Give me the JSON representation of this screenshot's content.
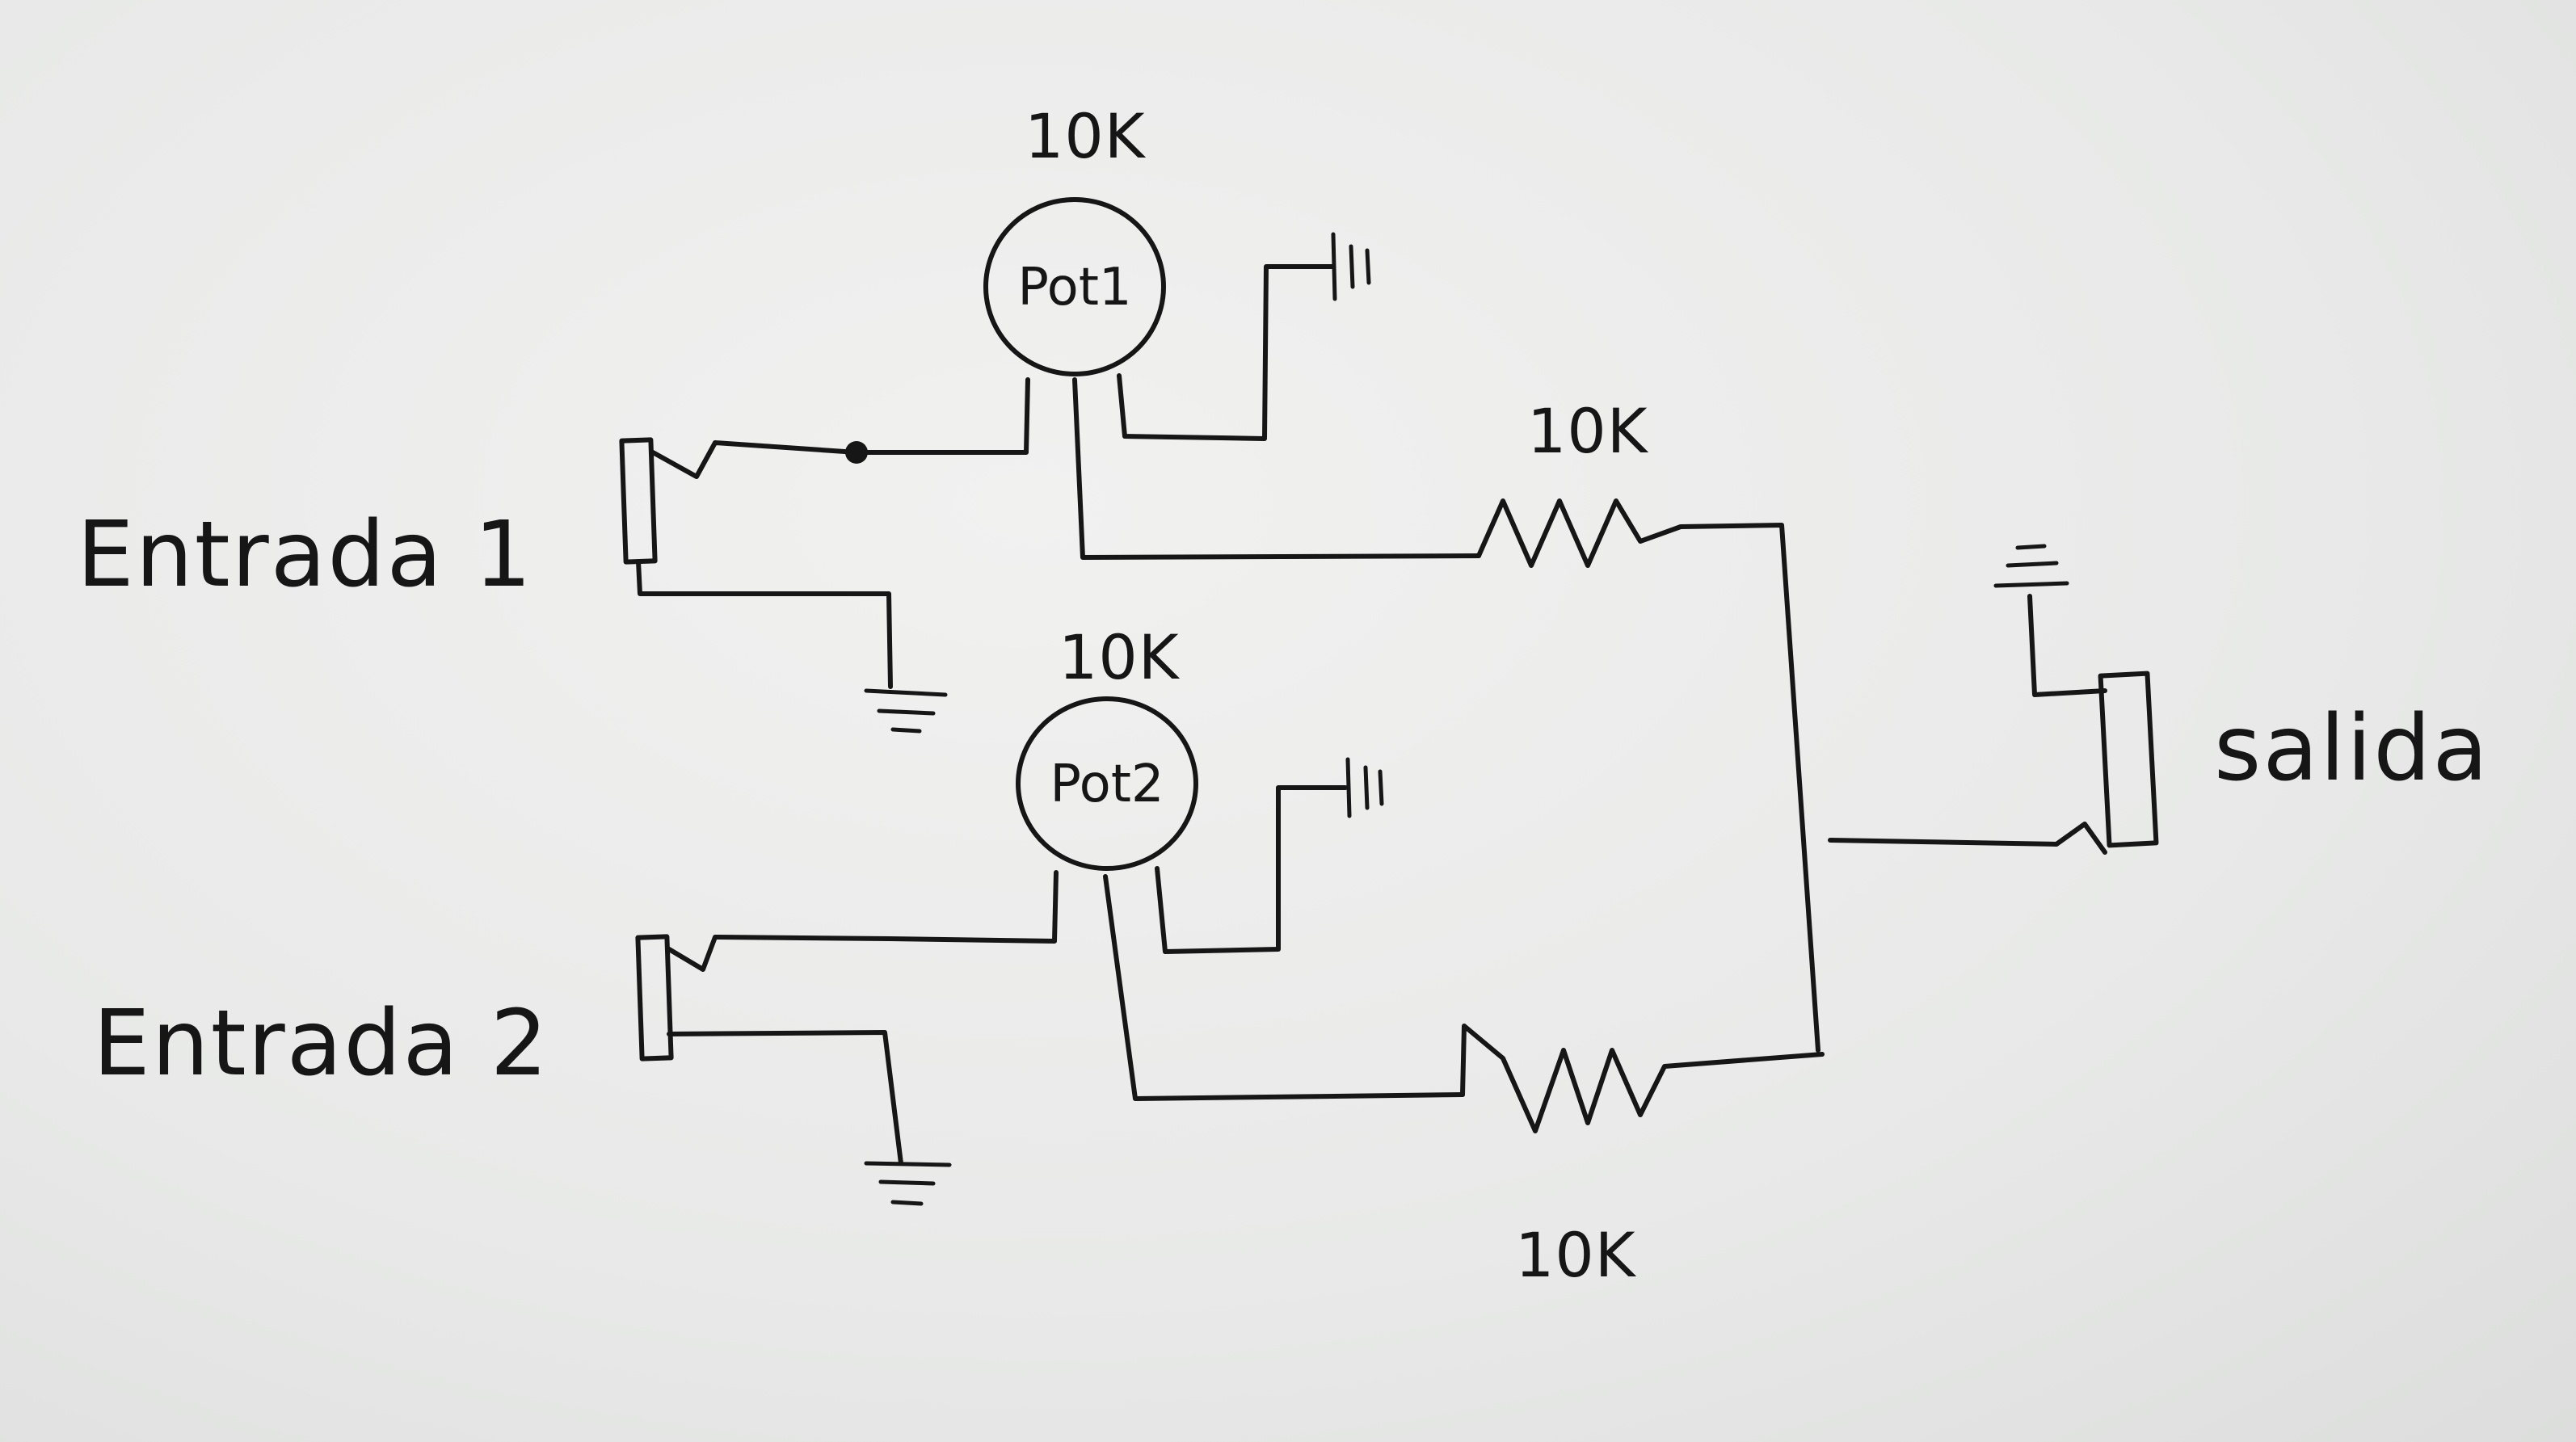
{
  "inputs": [
    {
      "label": "Entrada 1"
    },
    {
      "label": "Entrada 2"
    }
  ],
  "output": {
    "label": "salida"
  },
  "potentiometers": [
    {
      "label": "Pot1",
      "value": "10K"
    },
    {
      "label": "Pot2",
      "value": "10K"
    }
  ],
  "resistors": [
    {
      "value": "10K"
    },
    {
      "value": "10K"
    }
  ],
  "colors": {
    "ink": "#161616",
    "paper": "#eceded"
  }
}
